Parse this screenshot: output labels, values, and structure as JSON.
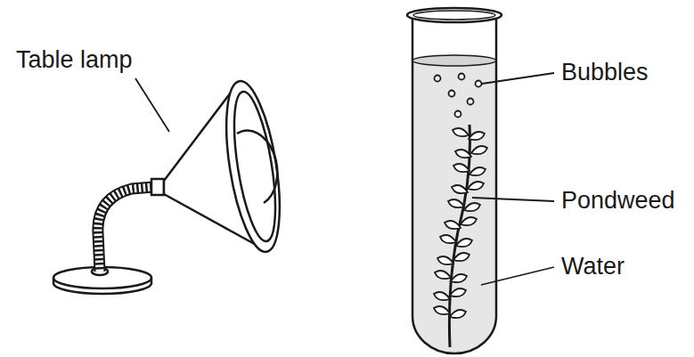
{
  "diagram": {
    "labels": [
      "Table lamp",
      "Bubbles",
      "Pondweed",
      "Water"
    ]
  }
}
